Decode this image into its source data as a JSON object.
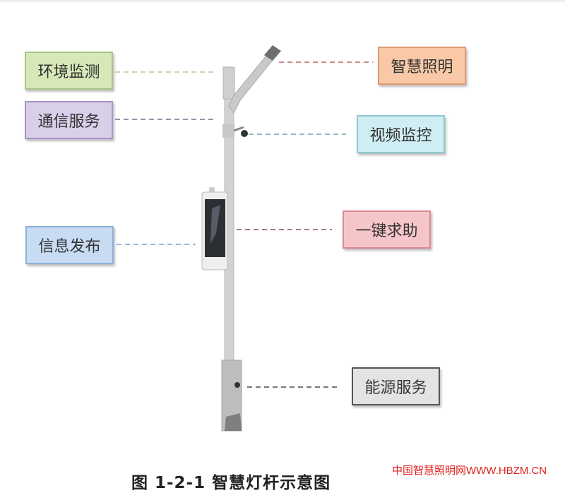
{
  "labels": {
    "env_monitor": "环境监测",
    "comm_service": "通信服务",
    "info_publish": "信息发布",
    "smart_lighting": "智慧照明",
    "video_surveillance": "视频监控",
    "one_key_help": "一键求助",
    "energy_service": "能源服务"
  },
  "colors": {
    "env_monitor": "#d7e8b8",
    "comm_service": "#d9cfe9",
    "info_publish": "#c7dcf3",
    "smart_lighting": "#f9c9a7",
    "video_surveillance": "#cfeef4",
    "one_key_help": "#f6c5c9",
    "energy_service": "#e3e3e3"
  },
  "caption": "图 1-2-1  智慧灯杆示意图",
  "watermark": "中国智慧照明网WWW.HBZM.CN"
}
